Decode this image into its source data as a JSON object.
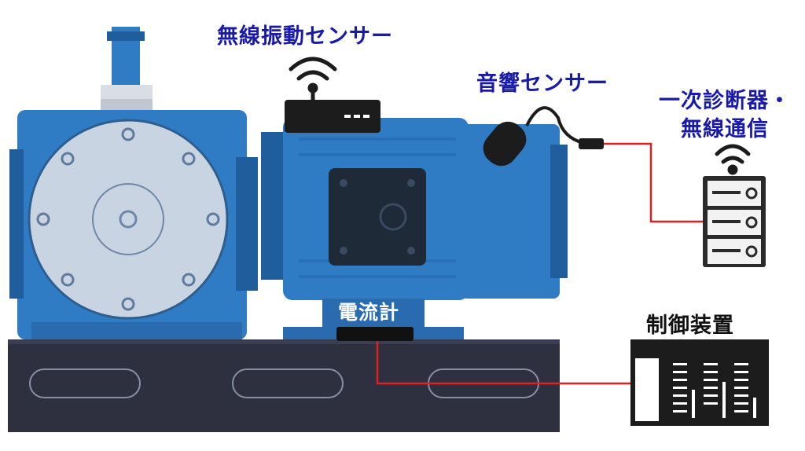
{
  "labels": {
    "wireless_vibration_sensor": "無線振動センサー",
    "acoustic_sensor": "音響センサー",
    "primary_diagnosis_line1": "一次診断器・",
    "primary_diagnosis_line2": "無線通信",
    "current_meter": "電流計",
    "control_device": "制御装置"
  },
  "colors": {
    "label_blue": "#1a1aa8",
    "motor_blue": "#2f7cc4",
    "motor_dark": "#1f5d9c",
    "pump_face": "#c9d4e3",
    "base": "#2e3040",
    "signal_line": "#e02020",
    "device": "#1c1c1c"
  },
  "icons": [
    "wifi-icon",
    "wifi-icon",
    "sensor-cable-icon"
  ]
}
